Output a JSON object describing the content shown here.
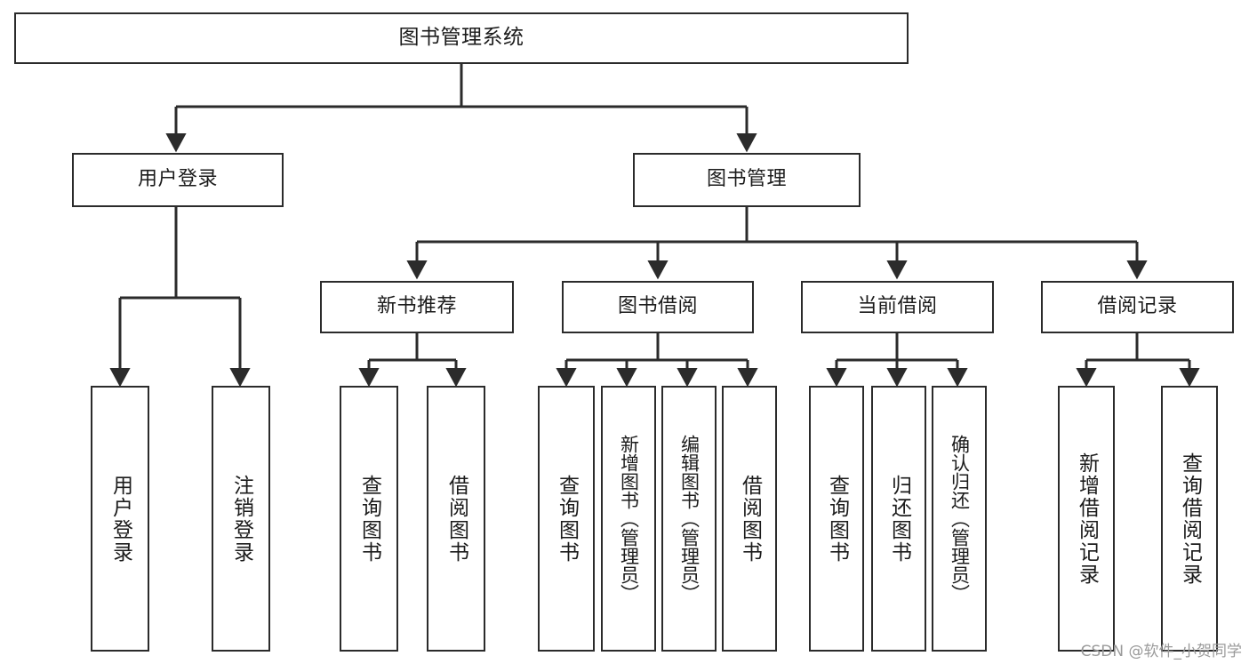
{
  "diagram": {
    "title": "图书管理系统",
    "type": "tree-hierarchy-chart",
    "watermark": "CSDN @软件_小贺同学",
    "stroke_color": "#2b2b2b",
    "background_color": "#ffffff",
    "nodes": {
      "root": {
        "label": "图书管理系统"
      },
      "level2": [
        {
          "id": "user-login",
          "label": "用户登录"
        },
        {
          "id": "book-manage",
          "label": "图书管理"
        }
      ],
      "level3": [
        {
          "id": "new-book-recommend",
          "label": "新书推荐"
        },
        {
          "id": "book-borrow",
          "label": "图书借阅"
        },
        {
          "id": "current-borrow",
          "label": "当前借阅"
        },
        {
          "id": "borrow-record",
          "label": "借阅记录"
        }
      ],
      "leaves": {
        "user_login": [
          {
            "id": "leaf-user-login",
            "label": "用户登录"
          },
          {
            "id": "leaf-logout-login",
            "label": "注销登录"
          }
        ],
        "new_book_recommend": [
          {
            "id": "leaf-query-book-1",
            "label": "查询图书"
          },
          {
            "id": "leaf-borrow-book-1",
            "label": "借阅图书"
          }
        ],
        "book_borrow": [
          {
            "id": "leaf-query-book-2",
            "label": "查询图书"
          },
          {
            "id": "leaf-add-book",
            "label": "新增图书（管理员）"
          },
          {
            "id": "leaf-edit-book",
            "label": "编辑图书（管理员）"
          },
          {
            "id": "leaf-borrow-book-2",
            "label": "借阅图书"
          }
        ],
        "current_borrow": [
          {
            "id": "leaf-query-book-3",
            "label": "查询图书"
          },
          {
            "id": "leaf-return-book",
            "label": "归还图书"
          },
          {
            "id": "leaf-confirm-return",
            "label": "确认归还（管理员）"
          }
        ],
        "borrow_record": [
          {
            "id": "leaf-add-borrow-record",
            "label": "新增借阅记录"
          },
          {
            "id": "leaf-query-borrow-record",
            "label": "查询借阅记录"
          }
        ]
      }
    }
  }
}
